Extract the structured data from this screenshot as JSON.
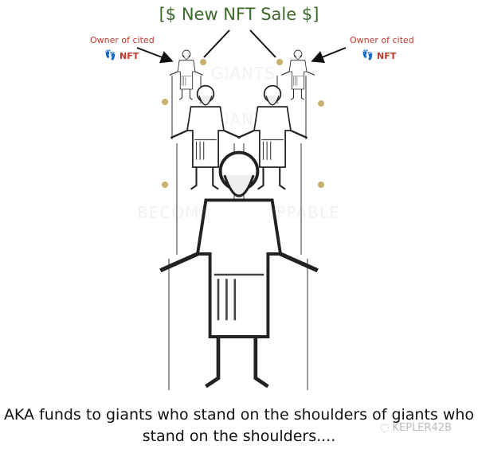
{
  "title": "[$ New NFT Sale $]",
  "annotations": {
    "left": {
      "owner_label": "Owner of cited",
      "nft_label": "NFT",
      "icon": "footprints-icon"
    },
    "right": {
      "owner_label": "Owner of cited",
      "nft_label": "NFT",
      "icon": "footprints-icon"
    }
  },
  "watermarks": [
    "GIANTS",
    "GIANTS",
    "GIANTS",
    "BECOME UNSTOPPABLE"
  ],
  "caption": {
    "line1": "AKA funds to giants who stand on the shoulders of giants who",
    "line2": "stand on the shoulders...."
  },
  "brand": "KEPLER42B",
  "colors": {
    "title": "#3a6a2a",
    "annotation": "#c0392b",
    "coin": "#c8b070"
  }
}
